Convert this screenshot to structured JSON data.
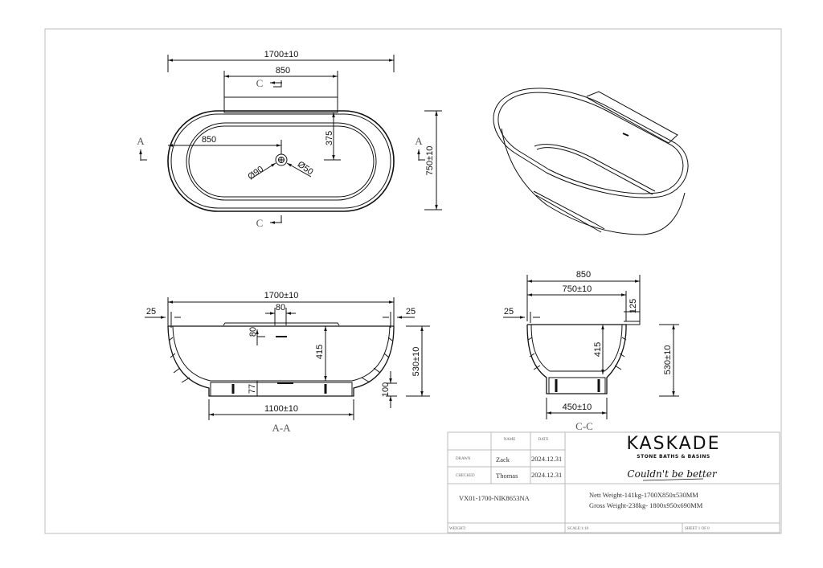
{
  "drawing": {
    "top_view": {
      "overall_length": "1700±10",
      "deck_width": "850",
      "drain_offset": "850",
      "deck_depth": "375",
      "overall_width": "750±10",
      "drain_outer_dia": "Ø90",
      "drain_inner_dia": "Ø50",
      "section_a_label": "A",
      "section_c_label": "C"
    },
    "section_a": {
      "title": "A-A",
      "overall_length": "1700±10",
      "wall_left": "25",
      "wall_right": "25",
      "overflow_width": "80",
      "overflow_depth": "80",
      "inner_depth": "415",
      "overall_height": "530±10",
      "base_height": "100",
      "foot_height": "77",
      "base_length": "1100±10"
    },
    "section_c": {
      "title": "C-C",
      "overall_width": "850",
      "tub_width": "750±10",
      "wall": "25",
      "deck": "125",
      "inner_depth": "415",
      "overall_height": "530±10",
      "base_width": "450±10"
    }
  },
  "title_block": {
    "header_name": "NAME",
    "header_date": "DATE",
    "drawn_label": "DRAWN",
    "drawn_name": "Zack",
    "drawn_date": "2024.12.31",
    "checked_label": "CHECKED",
    "checked_name": "Thomas",
    "checked_date": "2024.12.31",
    "product_code": "VX01-1700-NIK8653NA",
    "nett_weight": "Nett Weight-141kg-1700X850x530MM",
    "gross_weight": "Gross Weight-238kg- 1800x950x690MM",
    "weight_label": "WEIGHT:",
    "scale_label": "SCALE:1:10",
    "sheet_label": "SHEET 1 OF 0",
    "brand_name": "KASKADE",
    "brand_tagline": "STONE BATHS & BASINS",
    "brand_slogan": "Couldn't be better"
  }
}
